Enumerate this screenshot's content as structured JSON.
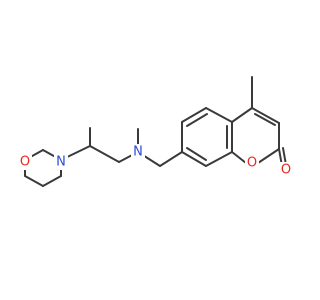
{
  "atoms": {
    "morpholine_O": {
      "symbol": "O",
      "color": "#e8291c"
    },
    "morpholine_N": {
      "symbol": "N",
      "color": "#2a4bd7"
    },
    "amine_N": {
      "symbol": "N",
      "color": "#2a4bd7"
    },
    "ring_O": {
      "symbol": "O",
      "color": "#e8291c"
    },
    "carbonyl_O": {
      "symbol": "O",
      "color": "#e8291c"
    }
  }
}
